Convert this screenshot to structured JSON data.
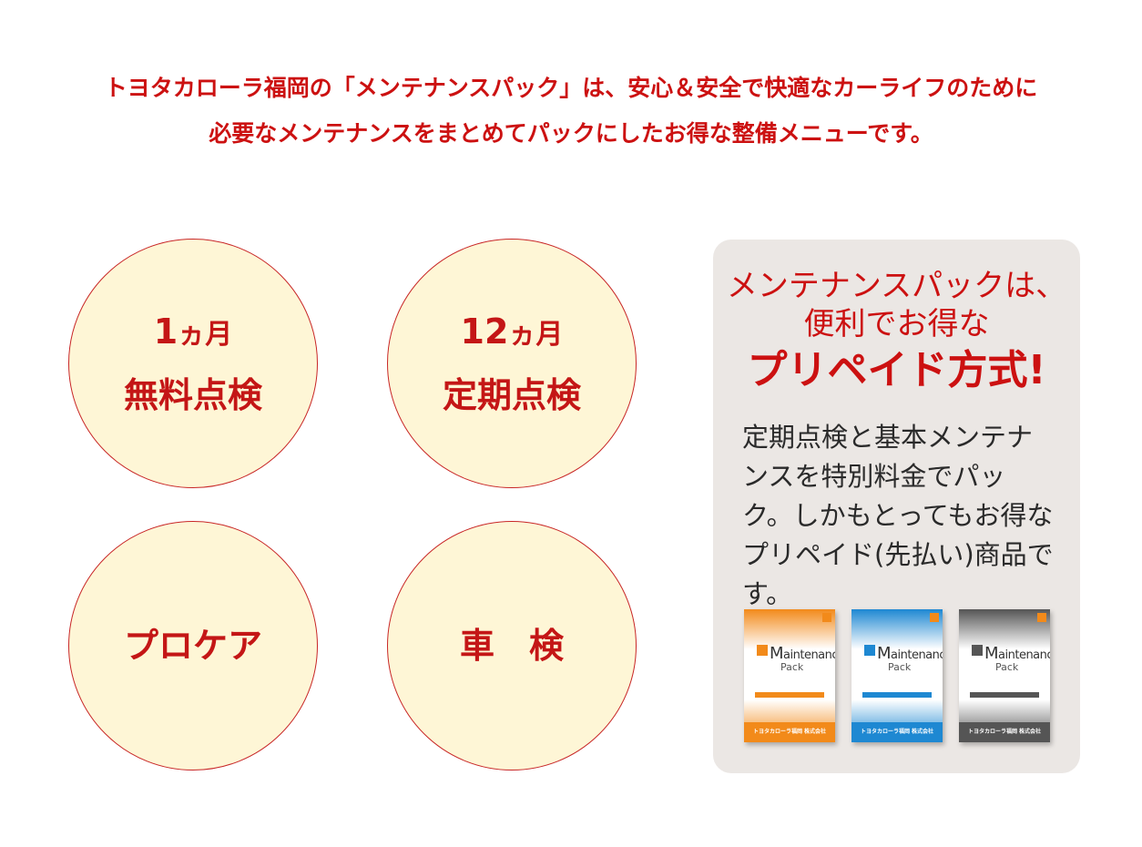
{
  "header": {
    "line1": "トヨタカローラ福岡の「メンテナンスパック」は、安心＆安全で快適なカーライフのために",
    "line2": "必要なメンテナンスをまとめてパックにしたお得な整備メニューです。"
  },
  "circles": [
    {
      "line1_num": "1",
      "line1_unit": "ヵ月",
      "line2": "無料点検"
    },
    {
      "line1_num": "12",
      "line1_unit": "ヵ月",
      "line2": "定期点検"
    },
    {
      "line1": "プロケア"
    },
    {
      "line1": "車　検"
    }
  ],
  "panel": {
    "heading_line1": "メンテナンスパックは、",
    "heading_line2": "便利でお得な",
    "heading_emphasis": "プリペイド方式!",
    "body": "定期点検と基本メンテナンスを特別料金でパック。しかもとってもお得なプリペイド(先払い)商品です。"
  },
  "books": [
    {
      "title_m": "M",
      "title_rest": "aintenance",
      "sub": "Pack",
      "footer": "トヨタカローラ福岡 株式会社",
      "color": "#f28a1a"
    },
    {
      "title_m": "M",
      "title_rest": "aintenance",
      "sub": "Pack",
      "footer": "トヨタカローラ福岡 株式会社",
      "color": "#1e88d2"
    },
    {
      "title_m": "M",
      "title_rest": "aintenance",
      "sub": "Pack",
      "footer": "トヨタカローラ福岡 株式会社",
      "color": "#555555"
    }
  ],
  "colors": {
    "accent_red": "#cc1111",
    "circle_fill": "#fef6d6",
    "panel_bg": "#ebe7e4"
  }
}
